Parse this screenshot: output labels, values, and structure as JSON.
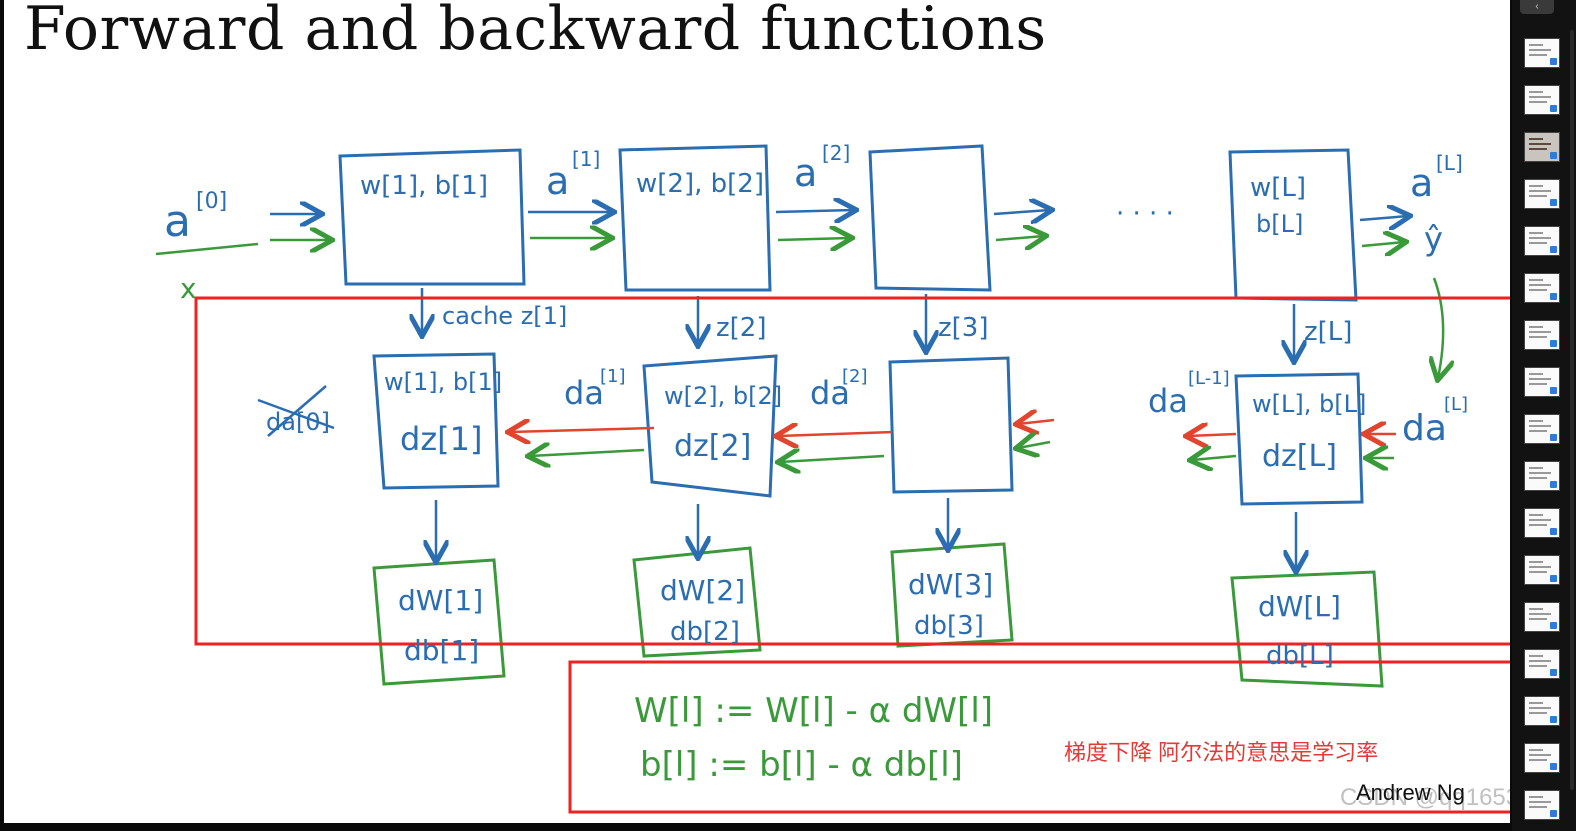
{
  "slide": {
    "title": "Forward and backward functions",
    "annotation_note": "梯度下降 阿尔法的意思是学习率",
    "credit": "Andrew Ng",
    "watermark": "CSDN @qq1653"
  },
  "handwriting": {
    "forward": {
      "input_a": "a",
      "input_a_sup": "[0]",
      "input_x": "x",
      "layer1": "w[1], b[1]",
      "a1": "a",
      "a1_sup": "[1]",
      "layer2": "w[2], b[2]",
      "a2": "a",
      "a2_sup": "[2]",
      "ellipsis": "· · · ·",
      "layerL_w": "w[L]",
      "layerL_b": "b[L]",
      "aL": "a",
      "aL_sup": "[L]",
      "yhat": "ŷ"
    },
    "cache": {
      "c1": "cache z[1]",
      "c2": "z[2]",
      "c3": "z[3]",
      "cL": "z[L]"
    },
    "backward": {
      "da0": "da[0]",
      "layer1_wb": "w[1], b[1]",
      "layer1_dz": "dz[1]",
      "da1": "da",
      "da1_sup": "[1]",
      "layer2_wb": "w[2], b[2]",
      "layer2_dz": "dz[2]",
      "da2": "da",
      "da2_sup": "[2]",
      "daLm1": "da",
      "daLm1_sup": "[L-1]",
      "layerL_wb": "w[L], b[L]",
      "layerL_dz": "dz[L]",
      "daL": "da",
      "daL_sup": "[L]"
    },
    "grads": {
      "g1_dw": "dW[1]",
      "g1_db": "db[1]",
      "g2_dw": "dW[2]",
      "g2_db": "db[2]",
      "g3_dw": "dW[3]",
      "g3_db": "db[3]",
      "gL_dw": "dW[L]",
      "gL_db": "db[L]"
    },
    "update": {
      "w_rule": "W[l] := W[l] - α dW[l]",
      "b_rule": "b[l] := b[l] - α db[l]"
    }
  },
  "sidebar": {
    "top_button": "‹",
    "thumbnails": [
      {
        "kind": "slide"
      },
      {
        "kind": "slide"
      },
      {
        "kind": "photo"
      },
      {
        "kind": "slide"
      },
      {
        "kind": "slide"
      },
      {
        "kind": "slide"
      },
      {
        "kind": "slide"
      },
      {
        "kind": "slide"
      },
      {
        "kind": "slide"
      },
      {
        "kind": "slide"
      },
      {
        "kind": "slide"
      },
      {
        "kind": "slide"
      },
      {
        "kind": "slide"
      },
      {
        "kind": "slide"
      },
      {
        "kind": "slide"
      },
      {
        "kind": "slide"
      },
      {
        "kind": "slide"
      }
    ]
  },
  "colors": {
    "blue_ink": "#2a6db0",
    "green_ink": "#3a9a3a",
    "red_ink": "#e0452e",
    "highlight_red": "#ee2222"
  }
}
